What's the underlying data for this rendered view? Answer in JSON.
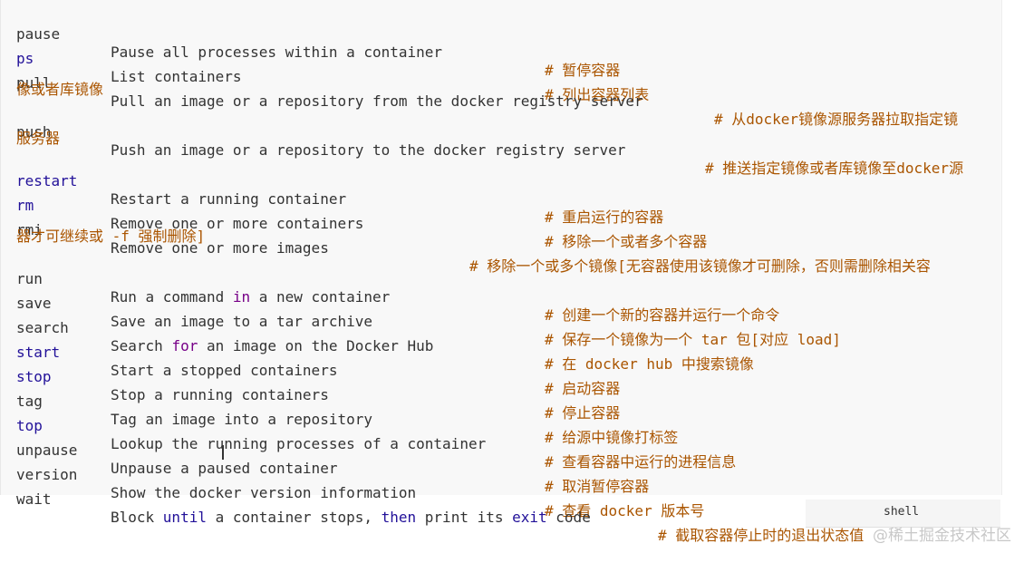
{
  "rows": [
    {
      "cmd": "pause",
      "desc": "Pause all processes within a container",
      "comment": "# 暂停容器"
    },
    {
      "cmd": "ps",
      "desc": "List containers",
      "comment": "# 列出容器列表"
    },
    {
      "cmd": "pull",
      "desc": "Pull an image or a repository from the docker registry server",
      "comment": "# 从docker镜像源服务器拉取指定镜",
      "cont": "像或者库镜像"
    },
    {
      "cmd": "push",
      "desc": "Push an image or a repository to the docker registry server",
      "comment": "# 推送指定镜像或者库镜像至docker源",
      "cont": "服务器"
    },
    {
      "cmd": "restart",
      "desc": "Restart a running container",
      "comment": "# 重启运行的容器"
    },
    {
      "cmd": "rm",
      "desc": "Remove one or more containers",
      "comment": "# 移除一个或者多个容器"
    },
    {
      "cmd": "rmi",
      "desc": "Remove one or more images",
      "comment": "# 移除一个或多个镜像[无容器使用该镜像才可删除，否则需删除相关容",
      "cont": "器才可继续或 -f 强制删除]"
    },
    {
      "cmd": "run",
      "desc_pre": "Run a command ",
      "desc_kw": "in",
      "desc_post": " a new container",
      "comment": "# 创建一个新的容器并运行一个命令"
    },
    {
      "cmd": "save",
      "desc": "Save an image to a tar archive",
      "comment": "# 保存一个镜像为一个 tar 包[对应 load]"
    },
    {
      "cmd": "search",
      "desc_pre": "Search ",
      "desc_kw": "for",
      "desc_post": " an image on the Docker Hub",
      "comment": "# 在 docker hub 中搜索镜像"
    },
    {
      "cmd": "start",
      "desc": "Start a stopped containers",
      "comment": "# 启动容器"
    },
    {
      "cmd": "stop",
      "desc": "Stop a running containers",
      "comment": "# 停止容器"
    },
    {
      "cmd": "tag",
      "desc": "Tag an image into a repository",
      "comment": "# 给源中镜像打标签"
    },
    {
      "cmd": "top",
      "desc": "Lookup the running processes of a container",
      "comment": "# 查看容器中运行的进程信息"
    },
    {
      "cmd": "unpause",
      "desc": "Unpause a paused container",
      "comment": "# 取消暂停容器"
    },
    {
      "cmd": "version",
      "desc": "Show the docker version information",
      "comment": "# 查看 docker 版本号"
    },
    {
      "cmd": "wait",
      "wait_a": "Block ",
      "wait_kw1": "until",
      "wait_b": " a container stops, ",
      "wait_kw2": "then",
      "wait_c": " print its ",
      "wait_kw3": "exit",
      "wait_d": " code",
      "comment": "# 截取容器停止时的退出状态值"
    }
  ],
  "lang_label": "shell",
  "watermark": "@稀土掘金技术社区"
}
